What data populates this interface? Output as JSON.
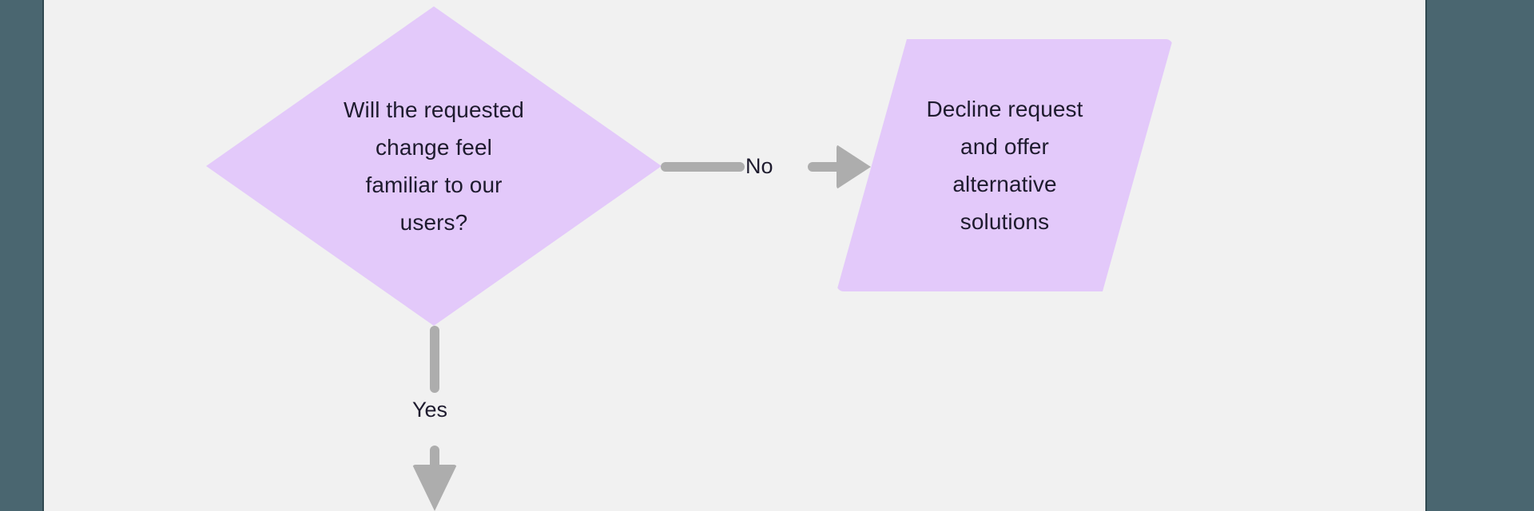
{
  "canvas": {
    "background_color": "#f1f1f1",
    "frame_color": "#4a6670",
    "frame_edge_color": "#2f4850"
  },
  "diagram": {
    "type": "flowchart",
    "node_fill_color": "#e3c9fa",
    "node_text_color": "#1e1b2e",
    "connector_color": "#adadad",
    "nodes": [
      {
        "id": "decision",
        "shape": "diamond",
        "text": "Will the requested\nchange feel\nfamiliar to our\nusers?"
      },
      {
        "id": "decline",
        "shape": "parallelogram",
        "text": "Decline request\nand offer\nalternative\nsolutions"
      }
    ],
    "edges": [
      {
        "id": "edge-no",
        "label": "No",
        "from": "decision",
        "to": "decline",
        "direction": "right"
      },
      {
        "id": "edge-yes",
        "label": "Yes",
        "from": "decision",
        "to": "",
        "direction": "down"
      }
    ]
  }
}
